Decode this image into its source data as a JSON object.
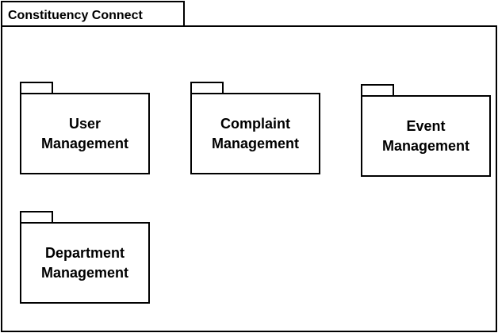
{
  "frame": {
    "title": "Constituency Connect"
  },
  "packages": [
    {
      "id": "user",
      "line1": "User",
      "line2": "Management"
    },
    {
      "id": "complaint",
      "line1": "Complaint",
      "line2": "Management"
    },
    {
      "id": "event",
      "line1": "Event",
      "line2": "Management"
    },
    {
      "id": "department",
      "line1": "Department",
      "line2": "Management"
    }
  ],
  "colors": {
    "stroke": "#000000",
    "fill": "#ffffff"
  }
}
